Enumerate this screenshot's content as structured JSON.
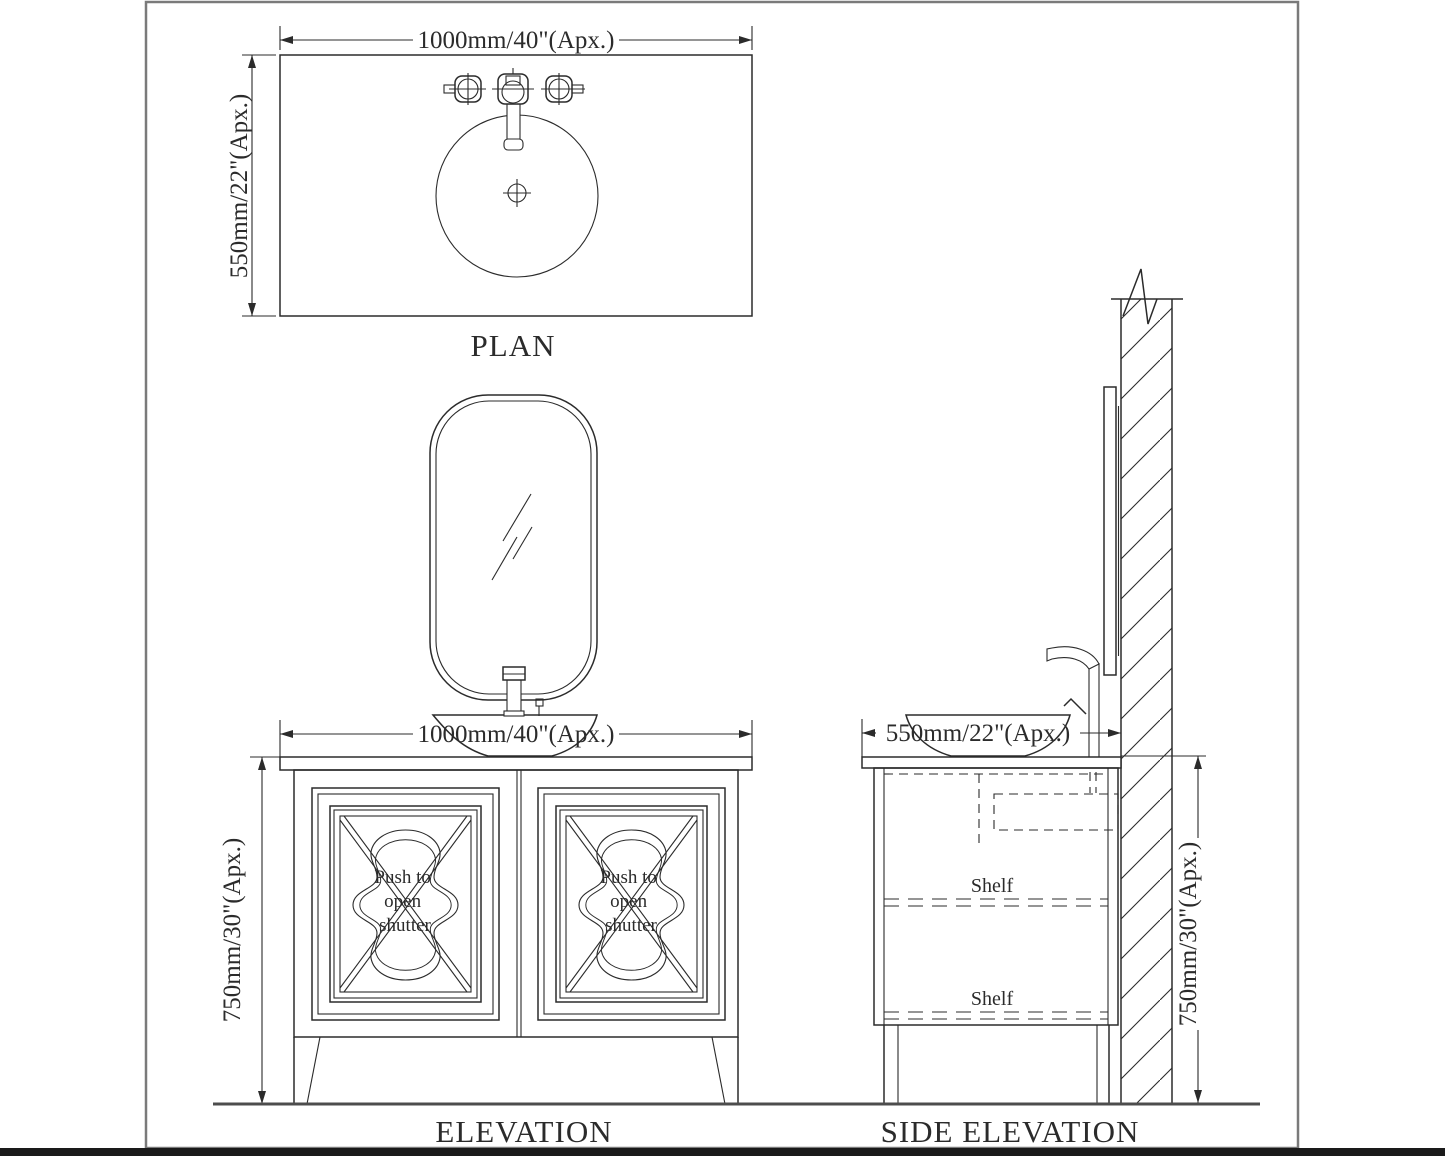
{
  "drawing": {
    "plan": {
      "title": "PLAN",
      "dim_width": "1000mm/40\"(Apx.)",
      "dim_depth": "550mm/22\"(Apx.)"
    },
    "elevation": {
      "title": "ELEVATION",
      "dim_width": "1000mm/40\"(Apx.)",
      "dim_height": "750mm/30\"(Apx.)",
      "door_line1": "Push to",
      "door_line2": "open",
      "door_line3": "shutter"
    },
    "side_elevation": {
      "title": "SIDE ELEVATION",
      "dim_depth": "550mm/22\"(Apx.)",
      "dim_height": "750mm/30\"(Apx.)",
      "shelf_upper": "Shelf",
      "shelf_lower": "Shelf"
    },
    "colors": {
      "line": "#2b2b2b",
      "ground": "#4d4d4d",
      "frame": "#7a7a7a",
      "sheet": "#1a1a1a"
    }
  }
}
